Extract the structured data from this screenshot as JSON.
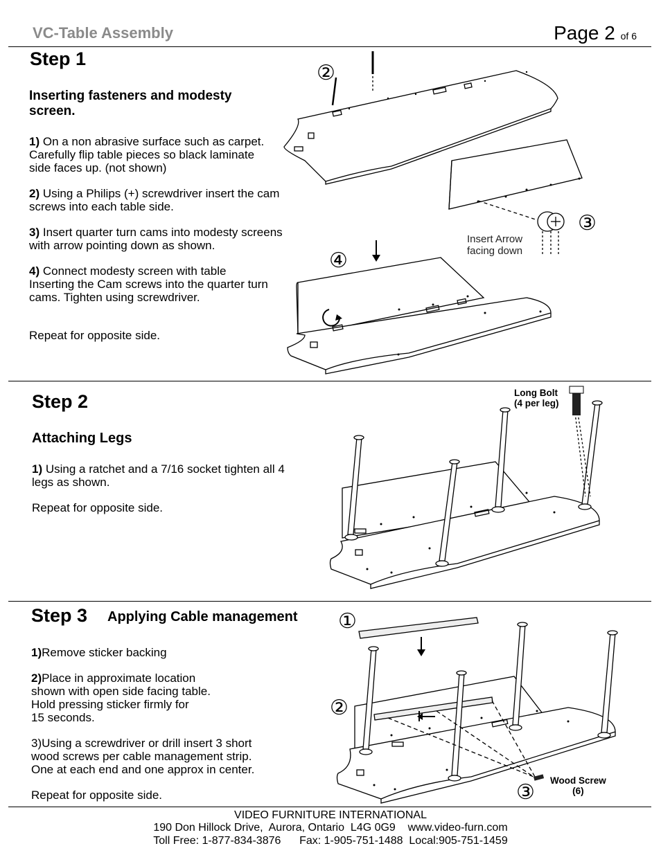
{
  "header": {
    "title": "VC-Table Assembly",
    "page_label": "Page 2",
    "page_of": "of 6"
  },
  "step1": {
    "title": "Step 1",
    "subtitle": "Inserting fasteners and modesty screen.",
    "p1_num": "1)",
    "p1_text": " On a non abrasive surface such as carpet. Carefully flip table pieces so black laminate side faces up. (not shown)",
    "p2_num": "2)",
    "p2_text": " Using a Philips (+) screwdriver insert the cam screws into each table side.",
    "p3_num": "3)",
    "p3_text": " Insert quarter turn cams into modesty screens with arrow pointing down as shown.",
    "p4_num": "4)",
    "p4_text": " Connect modesty screen with table Inserting the Cam screws into the quarter turn cams. Tighten using screwdriver.",
    "repeat": "Repeat for opposite side.",
    "callout": "Insert Arrow\nfacing down",
    "markers": [
      "②",
      "③",
      "④"
    ]
  },
  "step2": {
    "title": "Step 2",
    "subtitle": "Attaching Legs",
    "p1_num": "1)",
    "p1_text": " Using a ratchet and a 7/16 socket tighten all 4 legs as shown.",
    "repeat": "Repeat for opposite side.",
    "bolt_label": "Long Bolt\n(4 per leg)"
  },
  "step3": {
    "title": "Step 3",
    "subtitle": "Applying Cable management",
    "p1_num": "1)",
    "p1_text": "Remove sticker backing",
    "p2_num": "2)",
    "p2_text": "Place in approximate location\nshown with open side facing table.\nHold pressing sticker firmly for\n15 seconds.",
    "p3_text": "3)Using a screwdriver or drill insert 3 short\nwood screws per cable management strip.\nOne at each end and one approx in center.",
    "repeat": "Repeat for opposite side.",
    "screw_label": "Wood Screw\n(6)",
    "markers": [
      "①",
      "②",
      "③"
    ]
  },
  "footer": {
    "company": "VIDEO FURNITURE INTERNATIONAL",
    "address_line": "190 Don Hillock Drive,  Aurora, Ontario  L4G 0G9    www.video-furn.com",
    "phone_line": "Toll Free: 1-877-834-3876      Fax: 1-905-751-1488  Local:905-751-1459"
  }
}
